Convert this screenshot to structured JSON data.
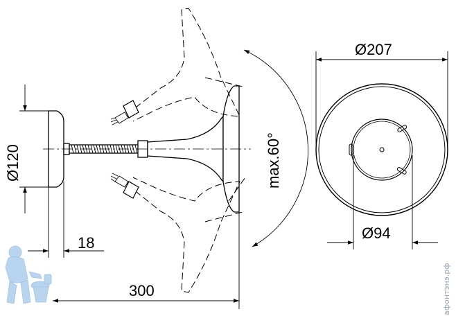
{
  "dimensions": {
    "flange_diameter": "Ø120",
    "flange_thickness": "18",
    "overall_length": "300",
    "swivel_angle": "max.60°",
    "rose_diameter": "Ø207",
    "inner_diameter": "Ø94"
  },
  "watermark": "афонтэнэ.рф",
  "colors": {
    "line": "#000000",
    "watermark": "#9aa6b8",
    "mascot": "#b9d4ee"
  }
}
